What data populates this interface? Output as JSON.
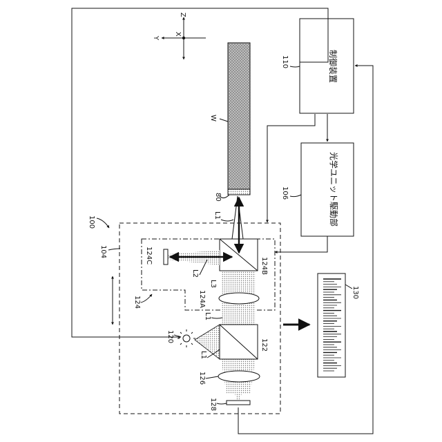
{
  "labels": {
    "axis_z": "Z",
    "axis_x": "X",
    "axis_y": "Y",
    "wafer": "W",
    "ref_80": "80",
    "ref_100": "100",
    "ref_104": "104",
    "ref_106": "106",
    "ref_110": "110",
    "ref_120": "120",
    "ref_122": "122",
    "ref_124": "124",
    "ref_124a": "124A",
    "ref_124b": "124B",
    "ref_124c": "124C",
    "ref_126": "126",
    "ref_128": "128",
    "ref_130": "130",
    "beam_l1_top": "L1",
    "beam_l1_mid": "L1",
    "beam_l1_low": "L1",
    "beam_l2": "L2",
    "beam_l3": "L3"
  },
  "blocks": {
    "control_device": "制御装置",
    "optical_drive": "光学ユニット駆動部"
  },
  "colors": {
    "line": "#111111",
    "hatch": "#9a9a9a",
    "background": "#ffffff"
  }
}
